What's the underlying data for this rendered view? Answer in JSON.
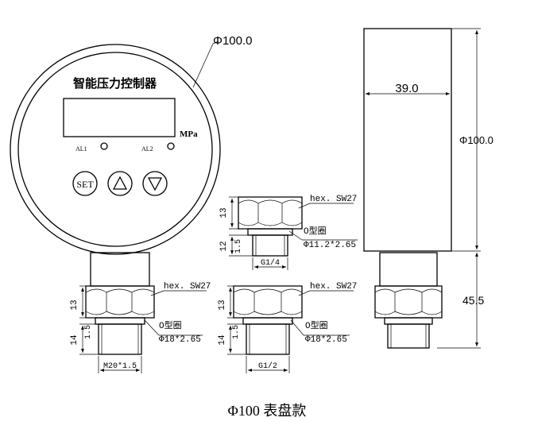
{
  "gauge": {
    "diameter_label": "Φ100.0",
    "title": "智能压力控制器",
    "unit": "MPa",
    "alarm1_label": "AL1",
    "alarm2_label": "AL2",
    "set_button": "SET"
  },
  "fitting_left": {
    "hex_label": "hex. SW27",
    "oring_label": "O型圈",
    "oring_size": "Φ18*2.65",
    "dim_hex": "13",
    "dim_thread": "14",
    "dim_step": "1.5",
    "thread_label": "M20*1.5"
  },
  "fitting_upper": {
    "hex_label": "hex. SW27",
    "oring_label": "O型圈",
    "oring_size": "Φ11.2*2.65",
    "dim_hex": "13",
    "dim_thread": "12",
    "dim_step": "1.5",
    "thread_label": "G1/4"
  },
  "fitting_lower": {
    "hex_label": "hex. SW27",
    "oring_label": "O型圈",
    "oring_size": "Φ18*2.65",
    "dim_hex": "13",
    "dim_thread": "14",
    "dim_step": "1.5",
    "thread_label": "G1/2"
  },
  "side_view": {
    "depth_label": "39.0",
    "height_label": "Φ100.0",
    "fitting_height_label": "45.5"
  },
  "caption": "Φ100 表盘款"
}
